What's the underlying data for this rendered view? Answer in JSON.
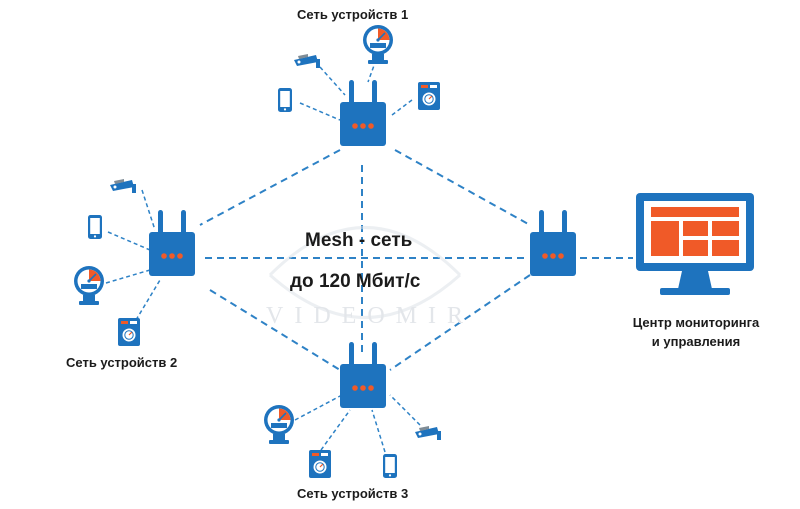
{
  "colors": {
    "device_blue": "#1e73be",
    "link_dash": "#2e82c6",
    "orange": "#f05a28",
    "gray": "#7f8c96"
  },
  "labels": {
    "group1": "Сеть устройств 1",
    "group2": "Сеть устройств 2",
    "group3": "Сеть устройств 3",
    "monitor_line1": "Центр мониторинга",
    "monitor_line2": "и управления",
    "mesh_title": "Mesh - сеть",
    "mesh_speed": "до 120 Мбит/с",
    "watermark": "VIDEOMIR"
  },
  "icons": {
    "router": "router-icon",
    "camera": "security-camera-icon",
    "gauge": "pressure-gauge-icon",
    "phone": "smartphone-icon",
    "meter": "meter-panel-icon",
    "monitor": "monitor-icon"
  }
}
